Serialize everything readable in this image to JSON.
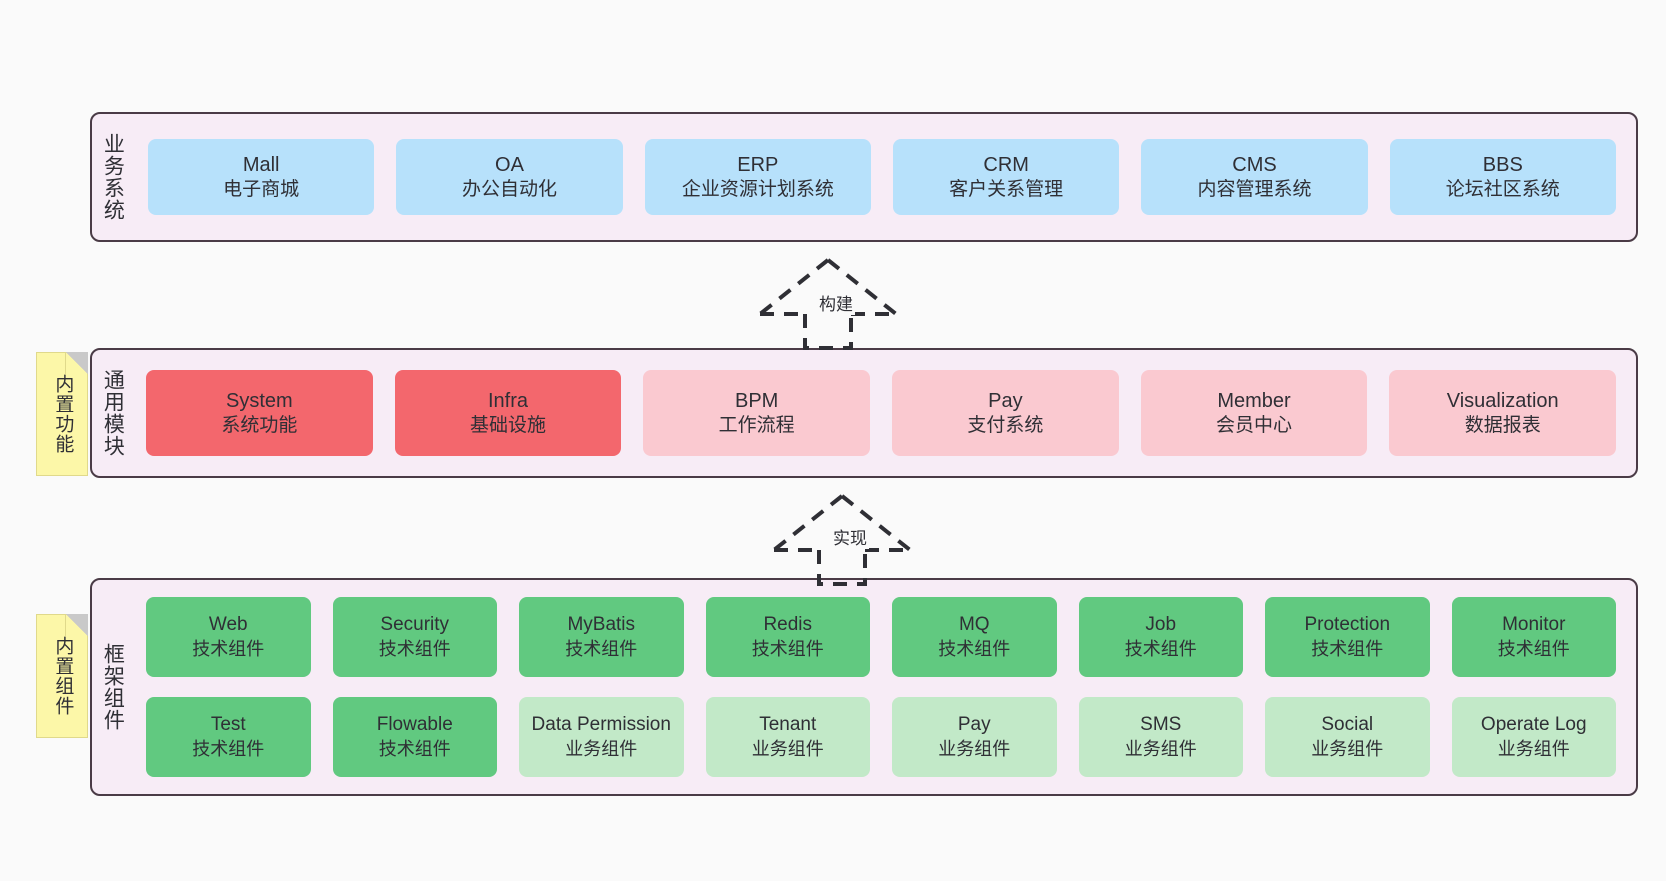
{
  "diagram": {
    "background_color": "#fafafa",
    "panel_color": "#f7ecf6",
    "panel_border_color": "#4a3b46",
    "note_color": "#fcf7a8"
  },
  "notes": [
    {
      "id": "built-in-functions",
      "label": "内置功能"
    },
    {
      "id": "built-in-components",
      "label": "内置组件"
    }
  ],
  "connectors": [
    {
      "id": "build",
      "label": "构建",
      "style": "dashed-hollow-arrow",
      "direction": "up"
    },
    {
      "id": "implement",
      "label": "实现",
      "style": "dashed-hollow-arrow",
      "direction": "up"
    }
  ],
  "layers": [
    {
      "id": "business-systems",
      "title": "业务系统",
      "color": "#b7e1fb",
      "rows": [
        [
          {
            "name": "Mall",
            "desc": "电子商城",
            "color": "#b7e1fb"
          },
          {
            "name": "OA",
            "desc": "办公自动化",
            "color": "#b7e1fb"
          },
          {
            "name": "ERP",
            "desc": "企业资源计划系统",
            "color": "#b7e1fb"
          },
          {
            "name": "CRM",
            "desc": "客户关系管理",
            "color": "#b7e1fb"
          },
          {
            "name": "CMS",
            "desc": "内容管理系统",
            "color": "#b7e1fb"
          },
          {
            "name": "BBS",
            "desc": "论坛社区系统",
            "color": "#b7e1fb"
          }
        ]
      ]
    },
    {
      "id": "common-modules",
      "title": "通用模块",
      "color": "#fac9d0",
      "rows": [
        [
          {
            "name": "System",
            "desc": "系统功能",
            "color": "#f3676d"
          },
          {
            "name": "Infra",
            "desc": "基础设施",
            "color": "#f3676d"
          },
          {
            "name": "BPM",
            "desc": "工作流程",
            "color": "#fac9d0"
          },
          {
            "name": "Pay",
            "desc": "支付系统",
            "color": "#fac9d0"
          },
          {
            "name": "Member",
            "desc": "会员中心",
            "color": "#fac9d0"
          },
          {
            "name": "Visualization",
            "desc": "数据报表",
            "color": "#fac9d0"
          }
        ]
      ]
    },
    {
      "id": "framework-components",
      "title": "框架组件",
      "color": "#61c980",
      "rows": [
        [
          {
            "name": "Web",
            "desc": "技术组件",
            "color": "#61c980"
          },
          {
            "name": "Security",
            "desc": "技术组件",
            "color": "#61c980"
          },
          {
            "name": "MyBatis",
            "desc": "技术组件",
            "color": "#61c980"
          },
          {
            "name": "Redis",
            "desc": "技术组件",
            "color": "#61c980"
          },
          {
            "name": "MQ",
            "desc": "技术组件",
            "color": "#61c980"
          },
          {
            "name": "Job",
            "desc": "技术组件",
            "color": "#61c980"
          },
          {
            "name": "Protection",
            "desc": "技术组件",
            "color": "#61c980"
          },
          {
            "name": "Monitor",
            "desc": "技术组件",
            "color": "#61c980"
          }
        ],
        [
          {
            "name": "Test",
            "desc": "技术组件",
            "color": "#61c980"
          },
          {
            "name": "Flowable",
            "desc": "技术组件",
            "color": "#61c980"
          },
          {
            "name": "Data Permission",
            "desc": "业务组件",
            "color": "#c2e9c8"
          },
          {
            "name": "Tenant",
            "desc": "业务组件",
            "color": "#c2e9c8"
          },
          {
            "name": "Pay",
            "desc": "业务组件",
            "color": "#c2e9c8"
          },
          {
            "name": "SMS",
            "desc": "业务组件",
            "color": "#c2e9c8"
          },
          {
            "name": "Social",
            "desc": "业务组件",
            "color": "#c2e9c8"
          },
          {
            "name": "Operate Log",
            "desc": "业务组件",
            "color": "#c2e9c8"
          }
        ]
      ]
    }
  ]
}
